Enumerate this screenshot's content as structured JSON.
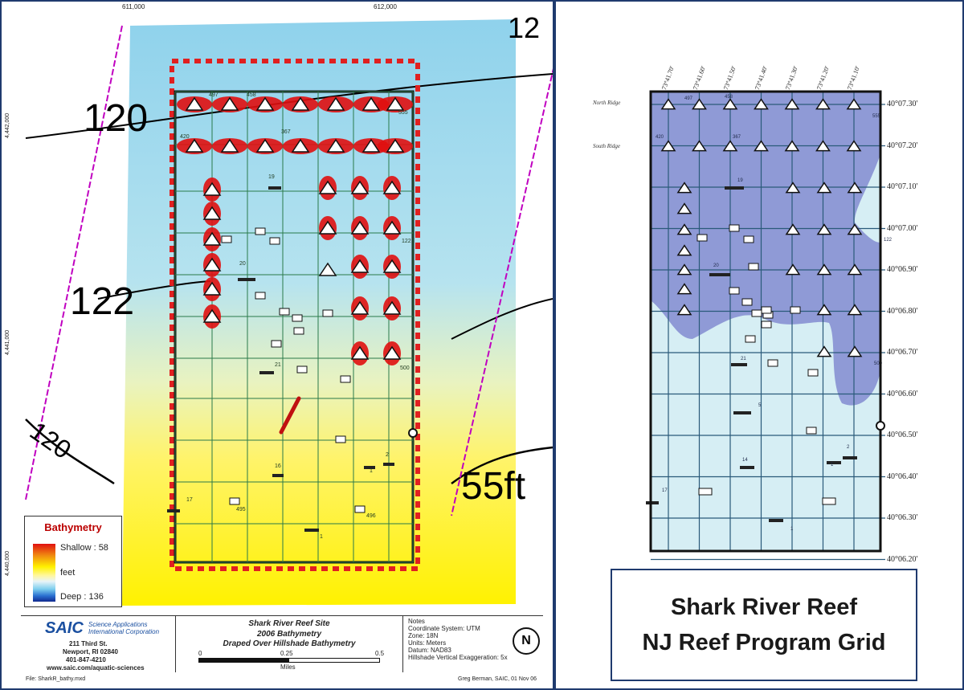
{
  "left_map": {
    "top_ticks": [
      "611,000",
      "612,000"
    ],
    "side_ticks": [
      "4,442,000",
      "4,441,000",
      "4,440,000"
    ],
    "depth_contours": [
      "120",
      "122",
      "120",
      "55ft",
      "12"
    ],
    "reef_numbers": [
      "497",
      "458",
      "555",
      "420",
      "367",
      "19",
      "20",
      "21",
      "122",
      "500",
      "16",
      "2",
      "1",
      "17",
      "495",
      "496",
      "1"
    ],
    "legend": {
      "title": "Bathymetry",
      "shallow": "Shallow : 58",
      "unit": "feet",
      "deep": "Deep : 136"
    },
    "footer": {
      "company_logo": "SAIC",
      "company_name_1": "Science Applications",
      "company_name_2": "International Corporation",
      "address_1": "211 Third St.",
      "address_2": "Newport, RI 02840",
      "phone": "401-847-4210",
      "website": "www.saic.com/aquatic-sciences",
      "map_title_1": "Shark River Reef Site",
      "map_title_2": "2006 Bathymetry",
      "map_title_3": "Draped Over Hillshade Bathymetry",
      "scale_0": "0",
      "scale_mid": "0.25",
      "scale_end": "0.5",
      "scale_unit": "Miles",
      "notes": [
        "Notes",
        "Coordinate System: UTM",
        "Zone: 18N",
        "Units: Meters",
        "Datum: NAD83",
        "Hillshade Vertical Exaggeration: 5x"
      ],
      "filename": "File: SharkR_bathy.mxd",
      "author": "Greg Berman, SAIC, 01 Nov 06"
    },
    "colors": {
      "shallow": "#e01010",
      "mid": "#fff200",
      "deep": "#2a6fd0",
      "grid": "#2a7a4a",
      "boundary": "#e02020"
    }
  },
  "right_map": {
    "lon_ticks": [
      "73°41.70'",
      "73°41.60'",
      "73°41.50'",
      "73°41.40'",
      "73°41.30'",
      "73°41.20'",
      "73°41.10'"
    ],
    "lat_ticks": [
      "40°07.30'",
      "40°07.20'",
      "40°07.10'",
      "40°07.00'",
      "40°06.90'",
      "40°06.80'",
      "40°06.70'",
      "40°06.60'",
      "40°06.50'",
      "40°06.40'",
      "40°06.30'",
      "40°06.20'"
    ],
    "north_ridge": "North Ridge",
    "south_ridge": "South Ridge",
    "reef_numbers": [
      "497",
      "458",
      "555",
      "420",
      "367",
      "19",
      "122",
      "20",
      "21",
      "500",
      "5",
      "14",
      "2",
      "1",
      "17",
      "1"
    ],
    "colors": {
      "deep_area": "#8f9ad6",
      "shallow_area": "#d6eef4",
      "grid": "#2a7a8a"
    }
  },
  "title_box": {
    "line1": "Shark River Reef",
    "line2": "NJ Reef Program Grid"
  }
}
